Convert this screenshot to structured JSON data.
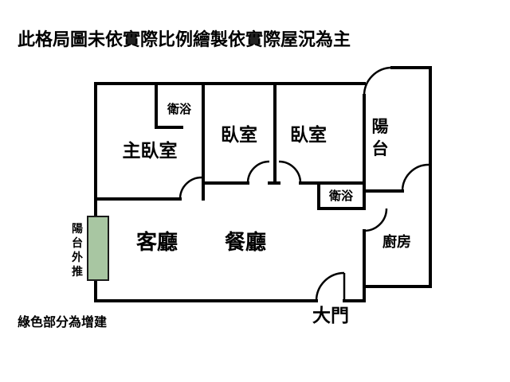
{
  "title": "此格局圖未依實際比例繪製依實際屋況為主",
  "legend": {
    "note": "綠色部分為增建"
  },
  "colors": {
    "wall": "#000000",
    "text": "#000000",
    "background": "#ffffff",
    "addition_fill": "#a8c6a2"
  },
  "rooms": {
    "master_bedroom": "主臥室",
    "bathroom_top": "衛浴",
    "bedroom_left": "臥室",
    "bedroom_right": "臥室",
    "balcony": "陽台",
    "bathroom_right": "衛浴",
    "kitchen": "廚房",
    "living_room": "客廳",
    "dining_room": "餐廳",
    "main_door": "大門",
    "balcony_extension": "陽台外推"
  }
}
